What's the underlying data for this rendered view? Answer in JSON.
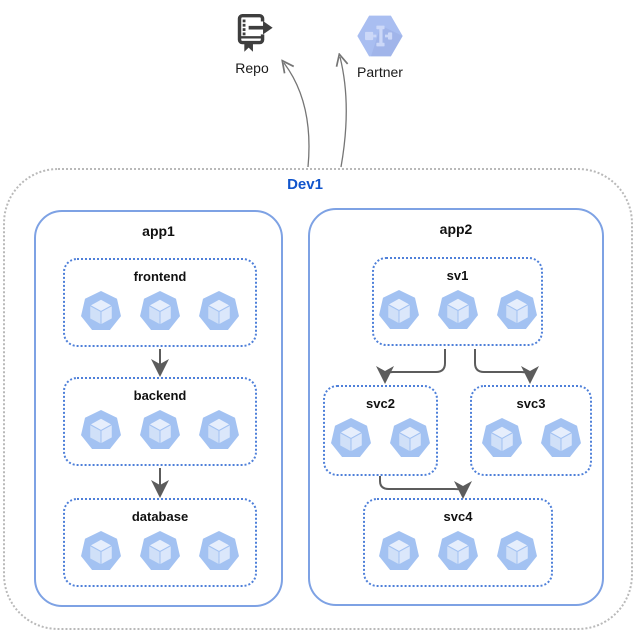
{
  "diagram": {
    "environment": {
      "label": "Dev1",
      "apps": [
        {
          "label": "app1",
          "services": [
            {
              "label": "frontend",
              "pods": 3
            },
            {
              "label": "backend",
              "pods": 3
            },
            {
              "label": "database",
              "pods": 3
            }
          ]
        },
        {
          "label": "app2",
          "services": [
            {
              "label": "sv1",
              "pods": 3
            },
            {
              "label": "svc2",
              "pods": 2
            },
            {
              "label": "svc3",
              "pods": 2
            },
            {
              "label": "svc4",
              "pods": 3
            }
          ]
        }
      ]
    },
    "external_nodes": [
      {
        "label": "Repo",
        "icon": "source-repository-icon"
      },
      {
        "label": "Partner",
        "icon": "partner-hexagon-icon"
      }
    ],
    "connections": [
      {
        "from": "frontend",
        "to": "backend"
      },
      {
        "from": "backend",
        "to": "database"
      },
      {
        "from": "sv1",
        "to": "svc2"
      },
      {
        "from": "sv1",
        "to": "svc3"
      },
      {
        "from": "svc2",
        "to": "svc4"
      },
      {
        "from": "Dev1",
        "to": "Repo"
      },
      {
        "from": "Dev1",
        "to": "Partner"
      }
    ],
    "colors": {
      "app_border": "#7ea2e4",
      "service_border": "#4f80d9",
      "environment_border": "#b9b9b9",
      "environment_label": "#1155cc",
      "connector_arrow": "#5c5c5c",
      "external_arrow": "#757575",
      "pod_fill": "#a3c2f2",
      "partner_hexagon": "#a9bef1",
      "repo_icon": "#3e3e3e"
    }
  }
}
